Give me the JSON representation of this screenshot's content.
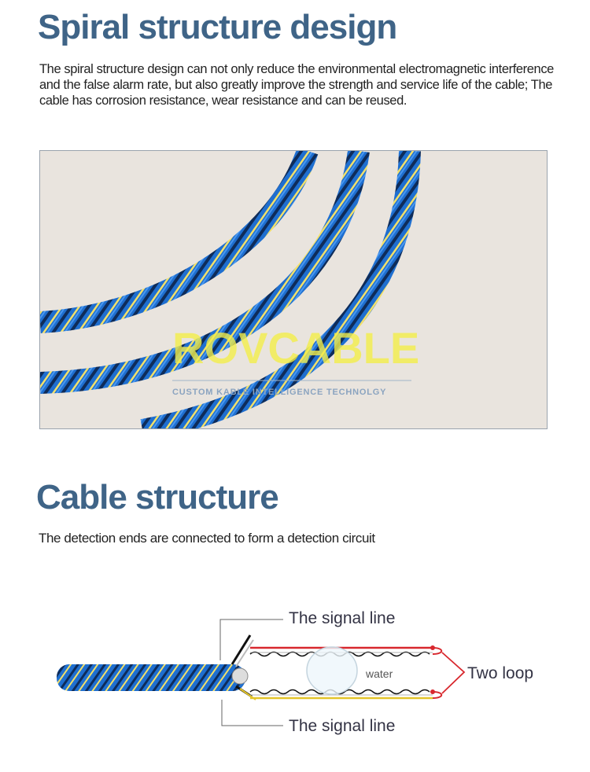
{
  "section1": {
    "title": "Spiral structure design",
    "body": "The spiral structure design can not only reduce the environmental electromagnetic interference and the false alarm rate, but also greatly improve the strength and service life of the cable; The cable has corrosion resistance, wear resistance and can be reused."
  },
  "photo": {
    "watermark_brand": "ROVCABLE",
    "watermark_tagline": "CUSTOM KABLE INTELLIGENCE TECHNOLGY",
    "cable_color": "#1f6fd0",
    "stripe_color": "#f2e06a",
    "background_color": "#e9e4de"
  },
  "section2": {
    "title": "Cable structure",
    "body": "The detection ends are connected to form a detection circuit"
  },
  "diagram": {
    "label_top": "The signal line",
    "label_bottom": "The signal line",
    "label_loop": "Two loop",
    "label_water": "water",
    "accent_color": "#d8282e"
  }
}
